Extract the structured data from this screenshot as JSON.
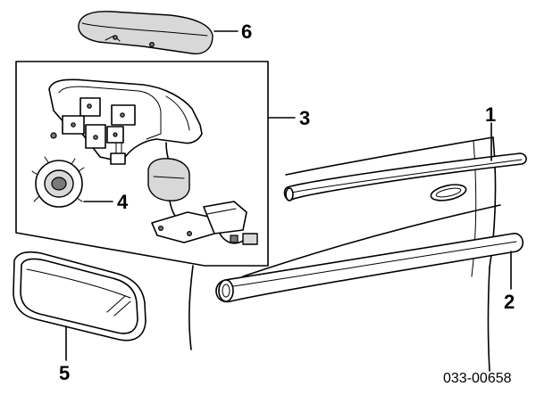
{
  "diagram": {
    "callouts": {
      "door_molding_upper": "1",
      "door_molding_lower": "2",
      "mirror_assembly": "3",
      "actuator": "4",
      "mirror_glass": "5",
      "mirror_cap": "6"
    },
    "part_code": "033-00658"
  }
}
